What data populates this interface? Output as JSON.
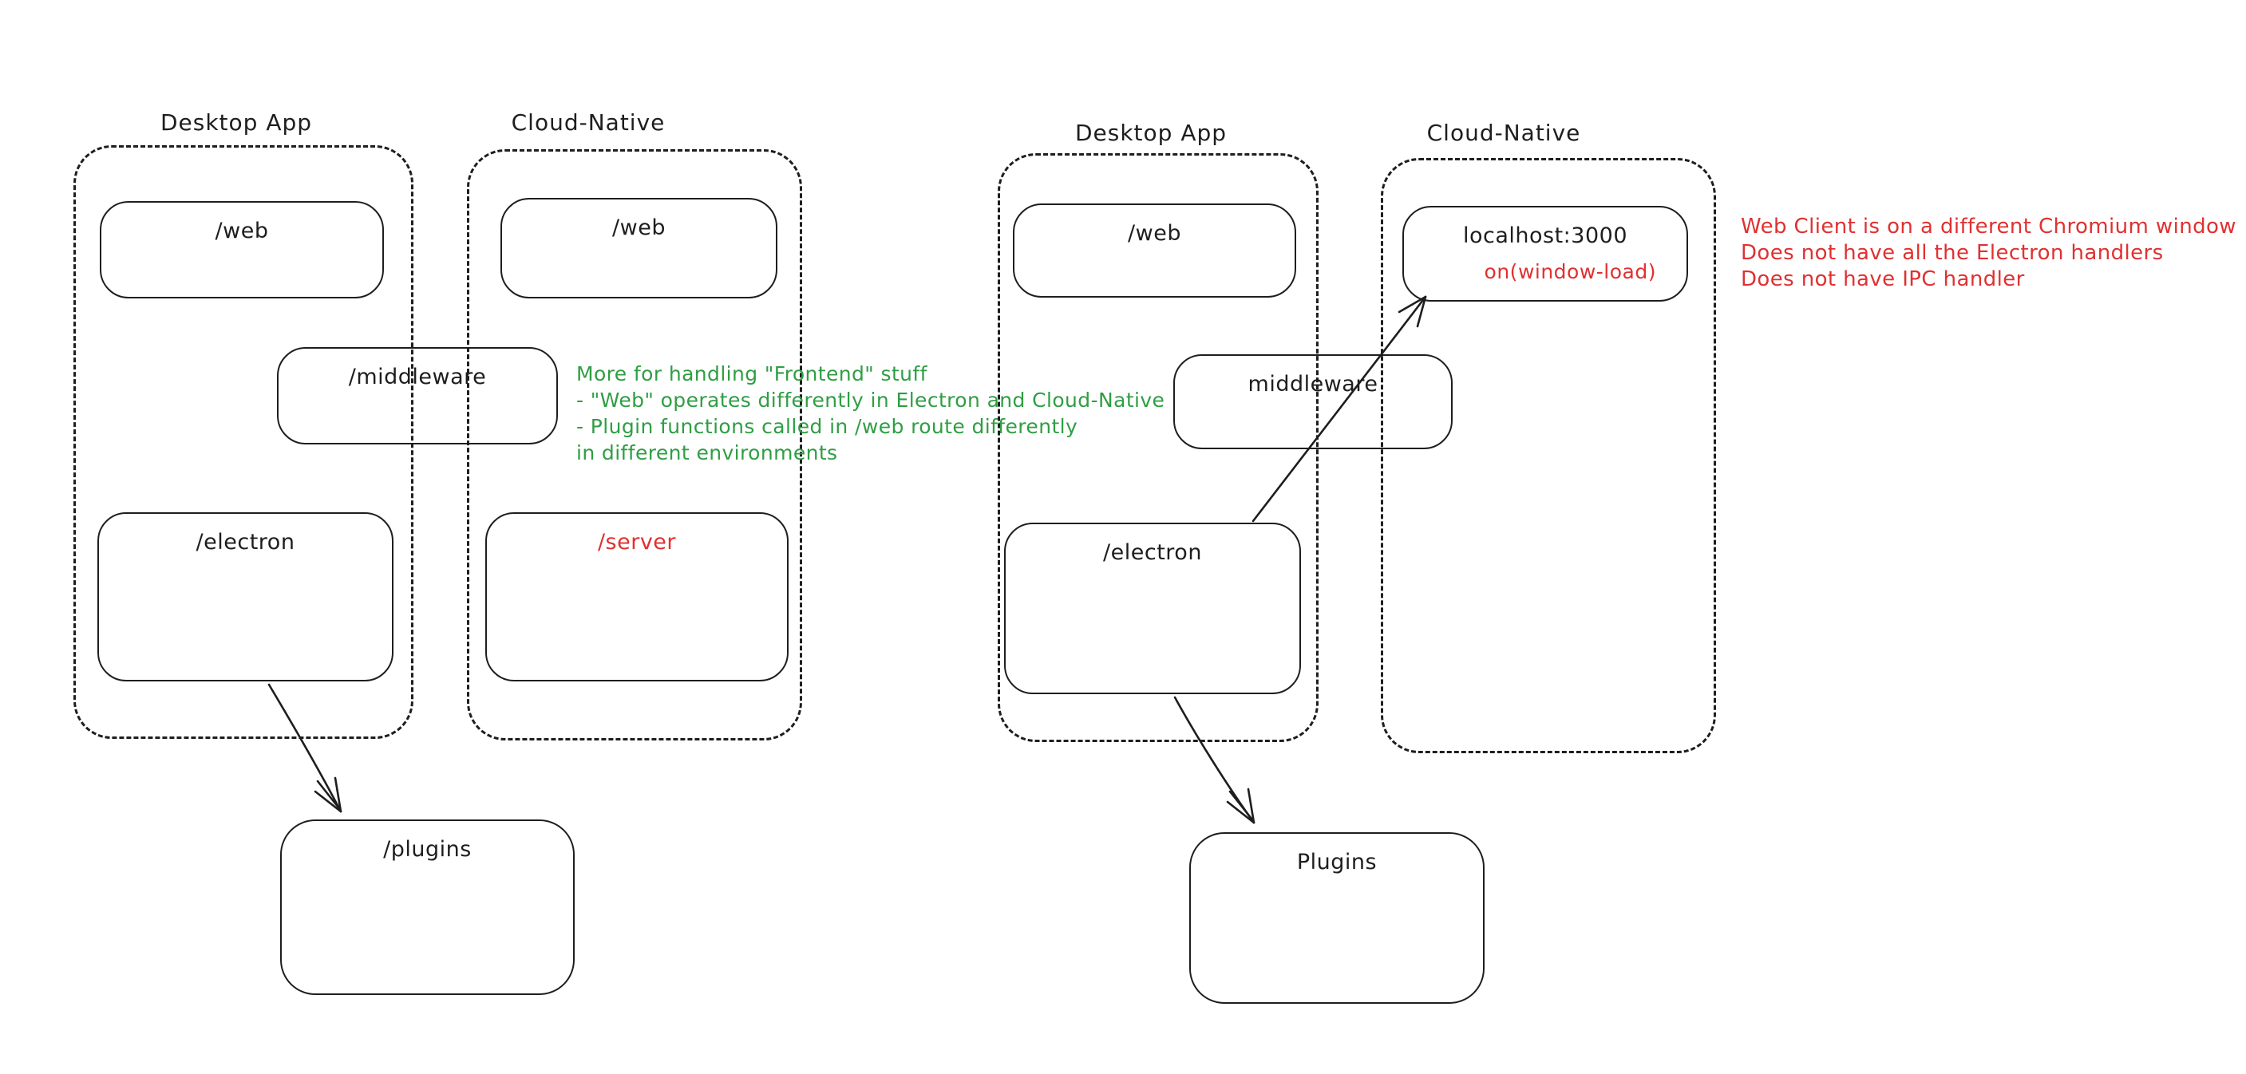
{
  "canvas": {
    "background": "#ffffff",
    "ink_color": "#1e1e1e",
    "red_color": "#e03131",
    "green_color": "#2f9e44"
  },
  "left_diagram": {
    "desktop_group": {
      "label": "Desktop App"
    },
    "cloud_group": {
      "label": "Cloud-Native"
    },
    "web_desktop_box": {
      "label": "/web"
    },
    "web_cloud_box": {
      "label": "/web"
    },
    "middleware_box": {
      "label": "/middleware"
    },
    "electron_box": {
      "label": "/electron"
    },
    "server_box": {
      "label": "/server",
      "label_color": "#e03131"
    },
    "plugins_box": {
      "label": "/plugins"
    }
  },
  "right_diagram": {
    "desktop_group": {
      "label": "Desktop App"
    },
    "cloud_group": {
      "label": "Cloud-Native"
    },
    "web_box": {
      "label": "/web"
    },
    "localhost_box": {
      "label": "localhost:3000",
      "sub_label": "on(window-load)",
      "sub_label_color": "#e03131"
    },
    "middleware_box": {
      "label": "middleware"
    },
    "electron_box": {
      "label": "/electron"
    },
    "plugins_box": {
      "label": "Plugins"
    }
  },
  "annotations": {
    "green_note": {
      "color": "#2f9e44",
      "lines": [
        "More for handling \"Frontend\" stuff",
        "- \"Web\" operates differently in Electron and Cloud-Native",
        "- Plugin functions called in /web route differently",
        "in different environments"
      ]
    },
    "red_note": {
      "color": "#e03131",
      "lines": [
        "Web Client is on a different Chromium window",
        "Does not have all the Electron handlers",
        "Does not have IPC handler"
      ]
    }
  }
}
